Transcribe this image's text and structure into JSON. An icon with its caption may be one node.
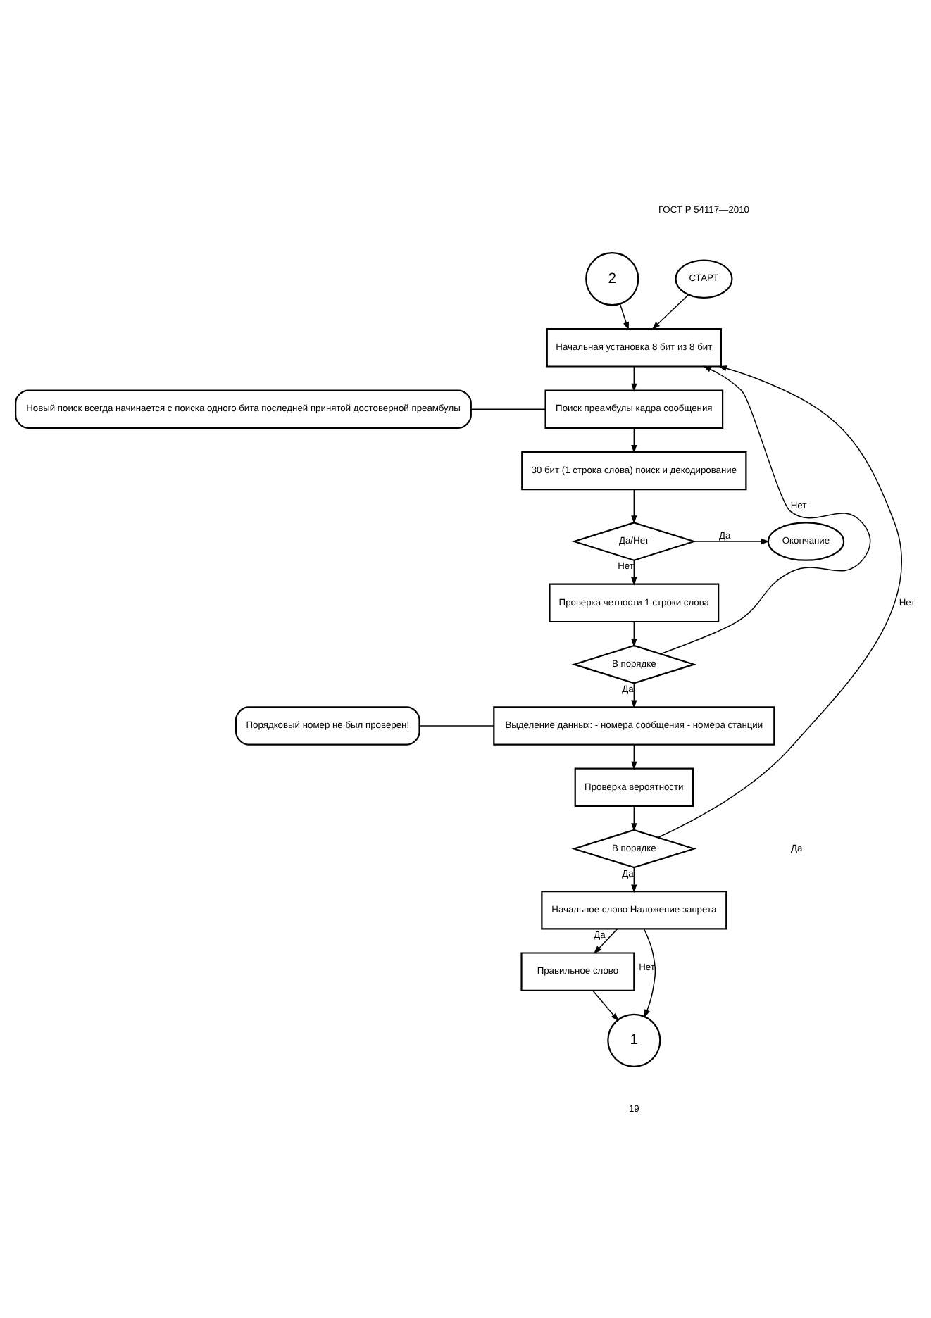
{
  "diagram": {
    "nodes": [
      {
        "text": [
          "СТАРТ"
        ]
      },
      {
        "text": [
          "2"
        ]
      },
      {
        "text": [
          "Начальная установка 8 бит из 8 бит"
        ]
      },
      {
        "text": [
          "Поиск преамбулы кадра сообщения"
        ]
      },
      {
        "text": [
          "Новый поиск всегда начинается с поиска одного бита последней принятой достоверной преамбулы"
        ]
      },
      {
        "text": [
          "30 бит (1 строка слова) поиск и декодирование"
        ]
      },
      {
        "text": [
          "Да/Нет"
        ]
      },
      {
        "text": [
          "Окончание"
        ]
      },
      {
        "text": [
          "Проверка четности 1 строки слова"
        ]
      },
      {
        "text": [
          "В порядке"
        ]
      },
      {
        "text": [
          "Выделение данных: - номера сообщения - номера станции"
        ]
      },
      {
        "text": [
          "Порядковый номер не был проверен!"
        ]
      },
      {
        "text": [
          "Проверка вероятности"
        ]
      },
      {
        "text": [
          "В порядке"
        ]
      },
      {
        "text": [
          "Начальное слово Наложение запрета"
        ]
      },
      {
        "text": [
          "Правильное слово"
        ]
      },
      {
        "text": [
          "1"
        ]
      }
    ],
    "edges": [
      {
        "from": 0,
        "to": 2,
        "arrow": "to"
      },
      {
        "from": 1,
        "to": 2,
        "arrow": "to"
      },
      {
        "from": 2,
        "to": 3,
        "arrow": "to"
      },
      {
        "from": 4,
        "to": 3,
        "arrow": "none"
      },
      {
        "from": 3,
        "to": 5,
        "arrow": "to"
      },
      {
        "from": 5,
        "to": 6,
        "arrow": "to"
      },
      {
        "from": 6,
        "to": 7,
        "arrow": "to",
        "label": "Да"
      },
      {
        "from": 6,
        "to": 8,
        "arrow": "to",
        "label": "Нет"
      },
      {
        "from": 8,
        "to": 9,
        "arrow": "to"
      },
      {
        "from": 9,
        "to": 2,
        "arrow": "to",
        "label": "Нет"
      },
      {
        "from": 9,
        "to": 10,
        "arrow": "to",
        "label": "Да"
      },
      {
        "from": 11,
        "to": 10,
        "arrow": "none"
      },
      {
        "from": 10,
        "to": 12,
        "arrow": "to"
      },
      {
        "from": 12,
        "to": 13,
        "arrow": "to"
      },
      {
        "from": 13,
        "to": 2,
        "arrow": "to",
        "label": "Нет"
      },
      {
        "from": 13,
        "to": 14,
        "arrow": "to",
        "label": "Да"
      },
      {
        "from": 14,
        "to": 15,
        "arrow": "to",
        "label": "Да"
      },
      {
        "from": 14,
        "to": 16,
        "arrow": "to",
        "label": "Нет"
      },
      {
        "from": 15,
        "to": 16,
        "arrow": "to"
      }
    ],
    "labels": [
      "ГОСТ Р 54117—2010",
      "Да",
      "19"
    ]
  }
}
